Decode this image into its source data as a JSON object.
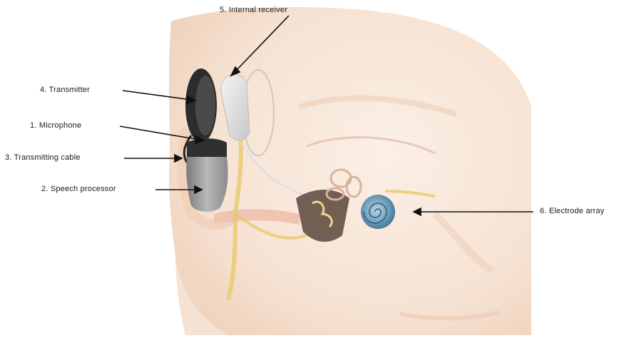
{
  "diagram": {
    "labels": {
      "internal_receiver": "5.  Internal receiver",
      "transmitter": "4.  Transmitter",
      "microphone": "1.  Microphone",
      "transmitting_cable": "3.  Transmitting cable",
      "speech_processor": "2.  Speech processor",
      "electrode_array": "6.  Electrode array"
    },
    "colors": {
      "skin": "#f6e2d2",
      "skin_shadow": "#edcdb6",
      "nerve": "#e9c96a",
      "device_dark": "#333333",
      "device_gray": "#9a9a9a",
      "receiver": "#dcdcdc",
      "cochlea": "#5d8fae",
      "arrow": "#111111"
    }
  }
}
